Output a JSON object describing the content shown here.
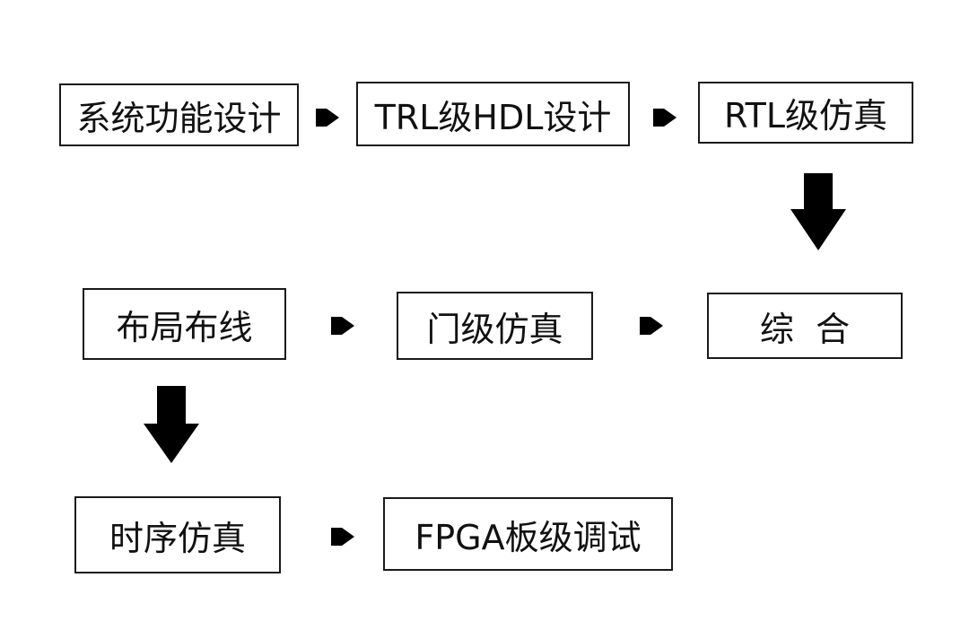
{
  "diagram": {
    "steps": {
      "system_design": "系统功能设计",
      "rtl_hdl_design": "TRL级HDL设计",
      "rtl_sim": "RTL级仿真",
      "synthesis": "综  合",
      "gate_sim": "门级仿真",
      "place_route": "布局布线",
      "timing_sim": "时序仿真",
      "board_debug": "FPGA板级调试"
    },
    "colors": {
      "box_border": "#1a1a1a",
      "arrow_fill": "#000000",
      "text": "#111111",
      "background": "#ffffff"
    }
  }
}
